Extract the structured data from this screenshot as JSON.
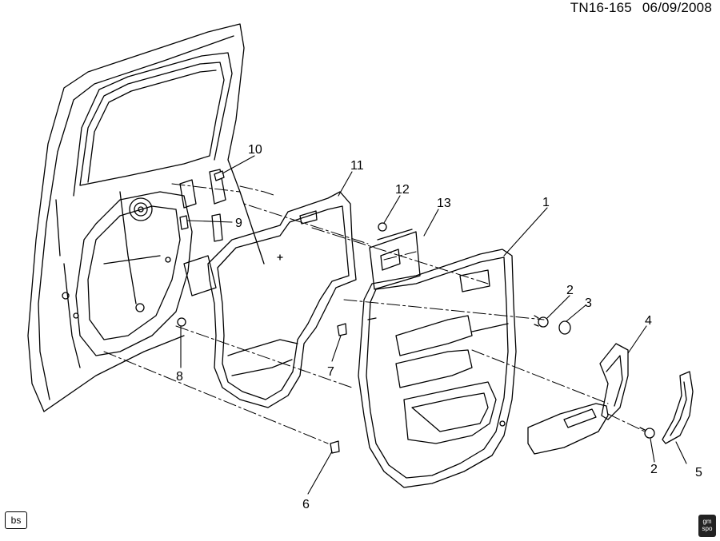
{
  "header": {
    "doc_id": "TN16-165",
    "date": "06/09/2008"
  },
  "callouts": {
    "c1": "1",
    "c2a": "2",
    "c2b": "2",
    "c3": "3",
    "c4": "4",
    "c5": "5",
    "c6": "6",
    "c7": "7",
    "c8": "8",
    "c9": "9",
    "c10": "10",
    "c11": "11",
    "c12": "12",
    "c13": "13"
  },
  "footer": {
    "badge": "bs",
    "logo_line1": "gm",
    "logo_line2": "spo"
  }
}
